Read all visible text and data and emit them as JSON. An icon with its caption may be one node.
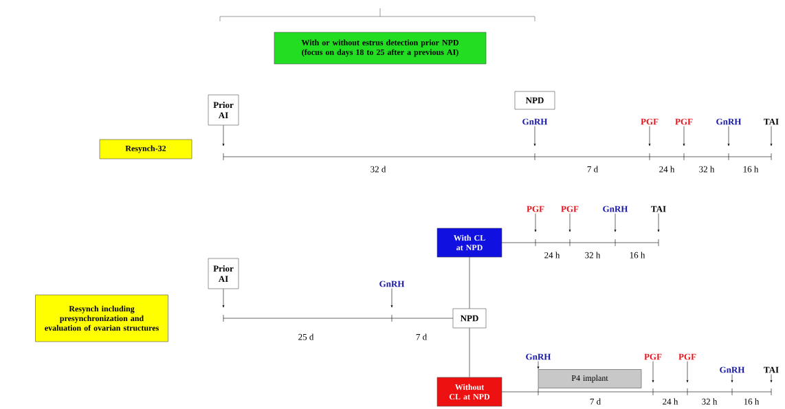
{
  "diagram": {
    "nodes": [
      {
        "text": [
          "With or without estrus detection prior NPD (focus on days 18 to 25 after a previous AI)"
        ]
      },
      {
        "text": [
          "Prior AI"
        ]
      },
      {
        "text": [
          "NPD"
        ]
      },
      {
        "text": [
          "Resynch-32"
        ]
      },
      {
        "text": [
          "GnRH"
        ]
      },
      {
        "text": [
          "PGF"
        ]
      },
      {
        "text": [
          "PGF"
        ]
      },
      {
        "text": [
          "GnRH"
        ]
      },
      {
        "text": [
          "TAI"
        ]
      },
      {
        "text": [
          "With CL at NPD"
        ]
      },
      {
        "text": [
          "PGF"
        ]
      },
      {
        "text": [
          "PGF"
        ]
      },
      {
        "text": [
          "GnRH"
        ]
      },
      {
        "text": [
          "TAI"
        ]
      },
      {
        "text": [
          "Prior AI"
        ]
      },
      {
        "text": [
          "GnRH"
        ]
      },
      {
        "text": [
          "Resynch including presynchronization and evaluation of ovarian structures"
        ]
      },
      {
        "text": [
          "NPD"
        ]
      },
      {
        "text": [
          "Without CL at NPD"
        ]
      },
      {
        "text": [
          "GnRH"
        ]
      },
      {
        "text": [
          "P4 implant"
        ]
      },
      {
        "text": [
          "PGF"
        ]
      },
      {
        "text": [
          "PGF"
        ]
      },
      {
        "text": [
          "GnRH"
        ]
      },
      {
        "text": [
          "TAI"
        ]
      }
    ],
    "edges": [
      {
        "from": 1,
        "to": null,
        "arrow": "to"
      },
      {
        "from": 4,
        "to": null,
        "arrow": "to"
      },
      {
        "from": 5,
        "to": null,
        "arrow": "to"
      },
      {
        "from": 6,
        "to": null,
        "arrow": "to"
      },
      {
        "from": 7,
        "to": null,
        "arrow": "to"
      },
      {
        "from": 8,
        "to": null,
        "arrow": "to"
      },
      {
        "from": 10,
        "to": null,
        "arrow": "to"
      },
      {
        "from": 11,
        "to": null,
        "arrow": "to"
      },
      {
        "from": 12,
        "to": null,
        "arrow": "to"
      },
      {
        "from": 13,
        "to": null,
        "arrow": "to"
      },
      {
        "from": 14,
        "to": null,
        "arrow": "to"
      },
      {
        "from": 15,
        "to": null,
        "arrow": "to"
      },
      {
        "from": 17,
        "to": 9,
        "arrow": "none"
      },
      {
        "from": 17,
        "to": 18,
        "arrow": "none"
      },
      {
        "from": 19,
        "to": 20,
        "arrow": "to"
      },
      {
        "from": 21,
        "to": null,
        "arrow": "to"
      },
      {
        "from": 22,
        "to": null,
        "arrow": "to"
      },
      {
        "from": 23,
        "to": null,
        "arrow": "to"
      },
      {
        "from": 24,
        "to": null,
        "arrow": "to"
      }
    ],
    "labels": [
      "32 d",
      "7 d",
      "24 h",
      "32 h",
      "16 h",
      "24 h",
      "32 h",
      "16 h",
      "25 d",
      "7 d",
      "7 d",
      "24 h",
      "32 h",
      "16 h"
    ]
  }
}
